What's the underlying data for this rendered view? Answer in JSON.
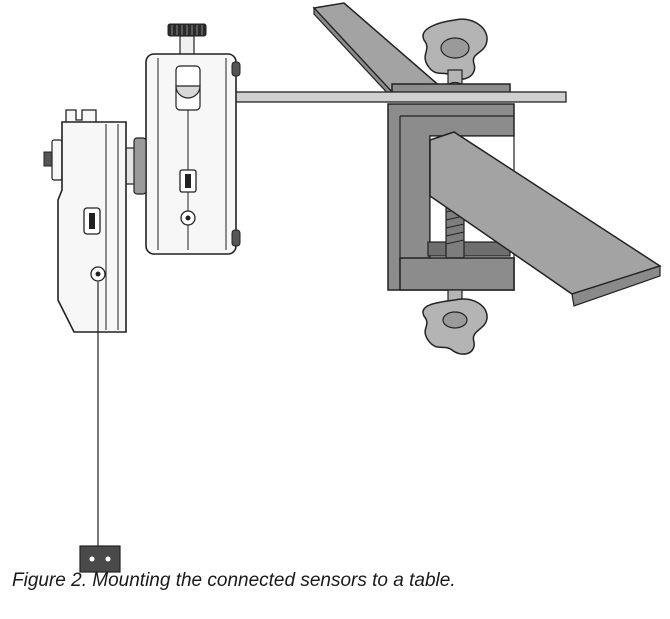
{
  "figure": {
    "caption": "Figure 2. Mounting the connected sensors to a table."
  },
  "parts": {
    "table": "table-surface",
    "clamp": "c-clamp",
    "rod": "horizontal-support-rod",
    "upper_sensor": "rotary-motion-sensor",
    "lower_sensor": "secondary-sensor",
    "weight": "hanging-mass"
  },
  "colors": {
    "outline": "#222222",
    "sensor_body": "#f7f7f7",
    "sensor_shade": "#d8d8d8",
    "clamp_gray": "#8c8c8c",
    "clamp_dark": "#6f6f6f",
    "table_gray": "#a3a3a3",
    "knob_gray": "#b4b4b4",
    "thread_gray": "#7d7d7d",
    "mass_dark": "#4a4a4a"
  }
}
